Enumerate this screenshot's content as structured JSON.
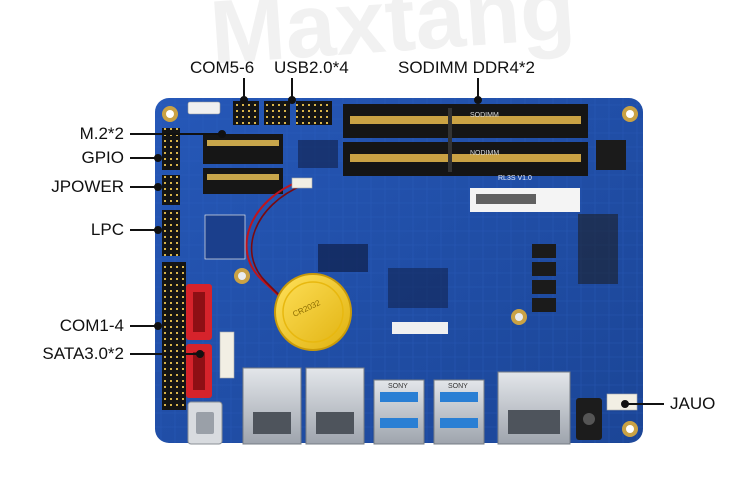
{
  "watermark": "Maxtang",
  "labels": {
    "com5_6": "COM5-6",
    "usb20": "USB2.0*4",
    "sodimm": "SODIMM DDR4*2",
    "m2": "M.2*2",
    "gpio": "GPIO",
    "jpower": "JPOWER",
    "lpc": "LPC",
    "com1_4": "COM1-4",
    "sata": "SATA3.0*2",
    "jauo": "JAUO"
  },
  "board_marks": {
    "model": "RL3S V1.0",
    "slot_a": "SODIMM",
    "slot_b": "NODIMM",
    "battery": "CR2032",
    "usb_top_1": "SONY",
    "usb_top_2": "SONY"
  },
  "colors": {
    "pcb": "#1f4fae",
    "pcb_dark": "#173d8c",
    "sata": "#d6232b",
    "battery": "#f2cc1b",
    "usb_blue": "#2a7fd4",
    "metal": "#b9bec6"
  }
}
